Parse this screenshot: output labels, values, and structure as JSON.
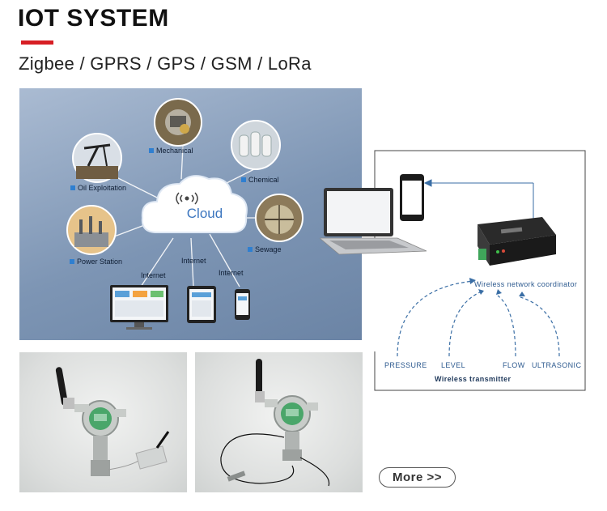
{
  "header": {
    "title": "IOT SYSTEM",
    "subtitle": "Zigbee / GPRS / GPS / GSM / LoRa",
    "accent_color": "#d71e24"
  },
  "cloud_diagram": {
    "center_label": "Cloud",
    "nodes": [
      {
        "label": "Mechanical",
        "icon": "machinery-photo"
      },
      {
        "label": "Chemical",
        "icon": "chemical-tanks-photo"
      },
      {
        "label": "Oil Exploitation",
        "icon": "oil-pump-photo"
      },
      {
        "label": "Sewage",
        "icon": "sewage-plant-photo"
      },
      {
        "label": "Power Station",
        "icon": "power-station-photo"
      }
    ],
    "internet_labels": [
      "Internet",
      "Internet",
      "Internet"
    ],
    "devices": [
      "monitor-icon",
      "tablet-icon",
      "phone-icon"
    ]
  },
  "network_diagram": {
    "coordinator_label": "Wireless network coordinator",
    "sensors": [
      "PRESSURE",
      "LEVEL",
      "FLOW",
      "ULTRASONIC"
    ],
    "transmitter_label": "Wireless transmitter",
    "line_color": "#3a6ea5"
  },
  "products": [
    {
      "name": "transmitter-with-antenna-photo"
    },
    {
      "name": "transmitter-with-cable-probe-photo"
    }
  ],
  "more_button": {
    "label": "More >>"
  }
}
